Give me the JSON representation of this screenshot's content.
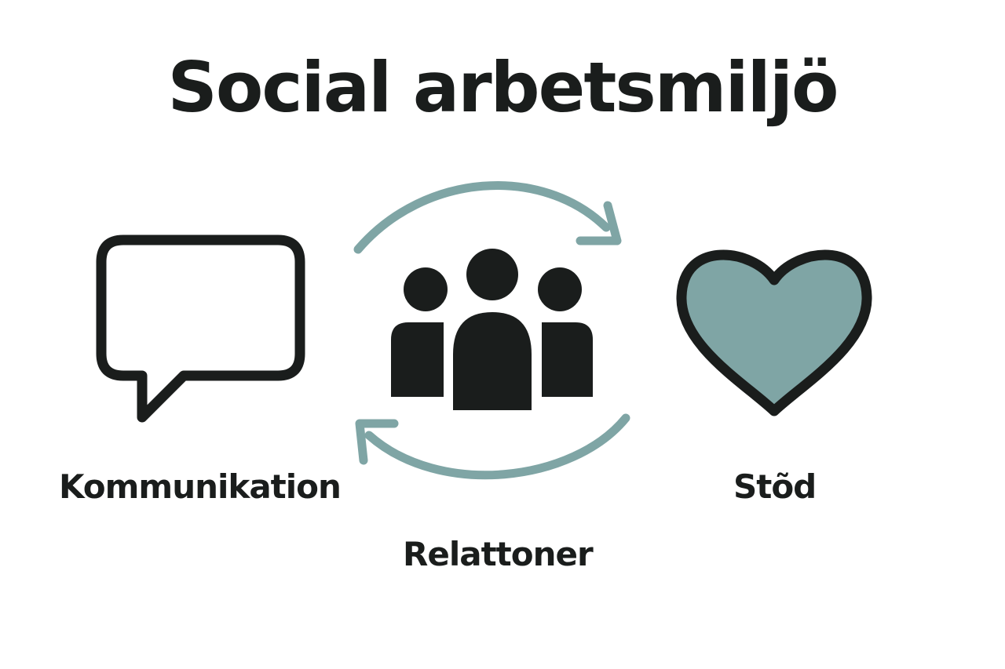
{
  "title": "Social arbetsmiljö",
  "items": {
    "communication": {
      "label": "Kommunikation",
      "icon": "speech-bubble-icon"
    },
    "relations": {
      "label": "Relattoner",
      "icon": "group-icon"
    },
    "support": {
      "label": "Stõd",
      "icon": "heart-icon"
    }
  },
  "cycle_icon": "cycle-arrows-icon",
  "colors": {
    "text": "#1a1d1c",
    "accent": "#7fa5a5",
    "background": "#ffffff"
  }
}
